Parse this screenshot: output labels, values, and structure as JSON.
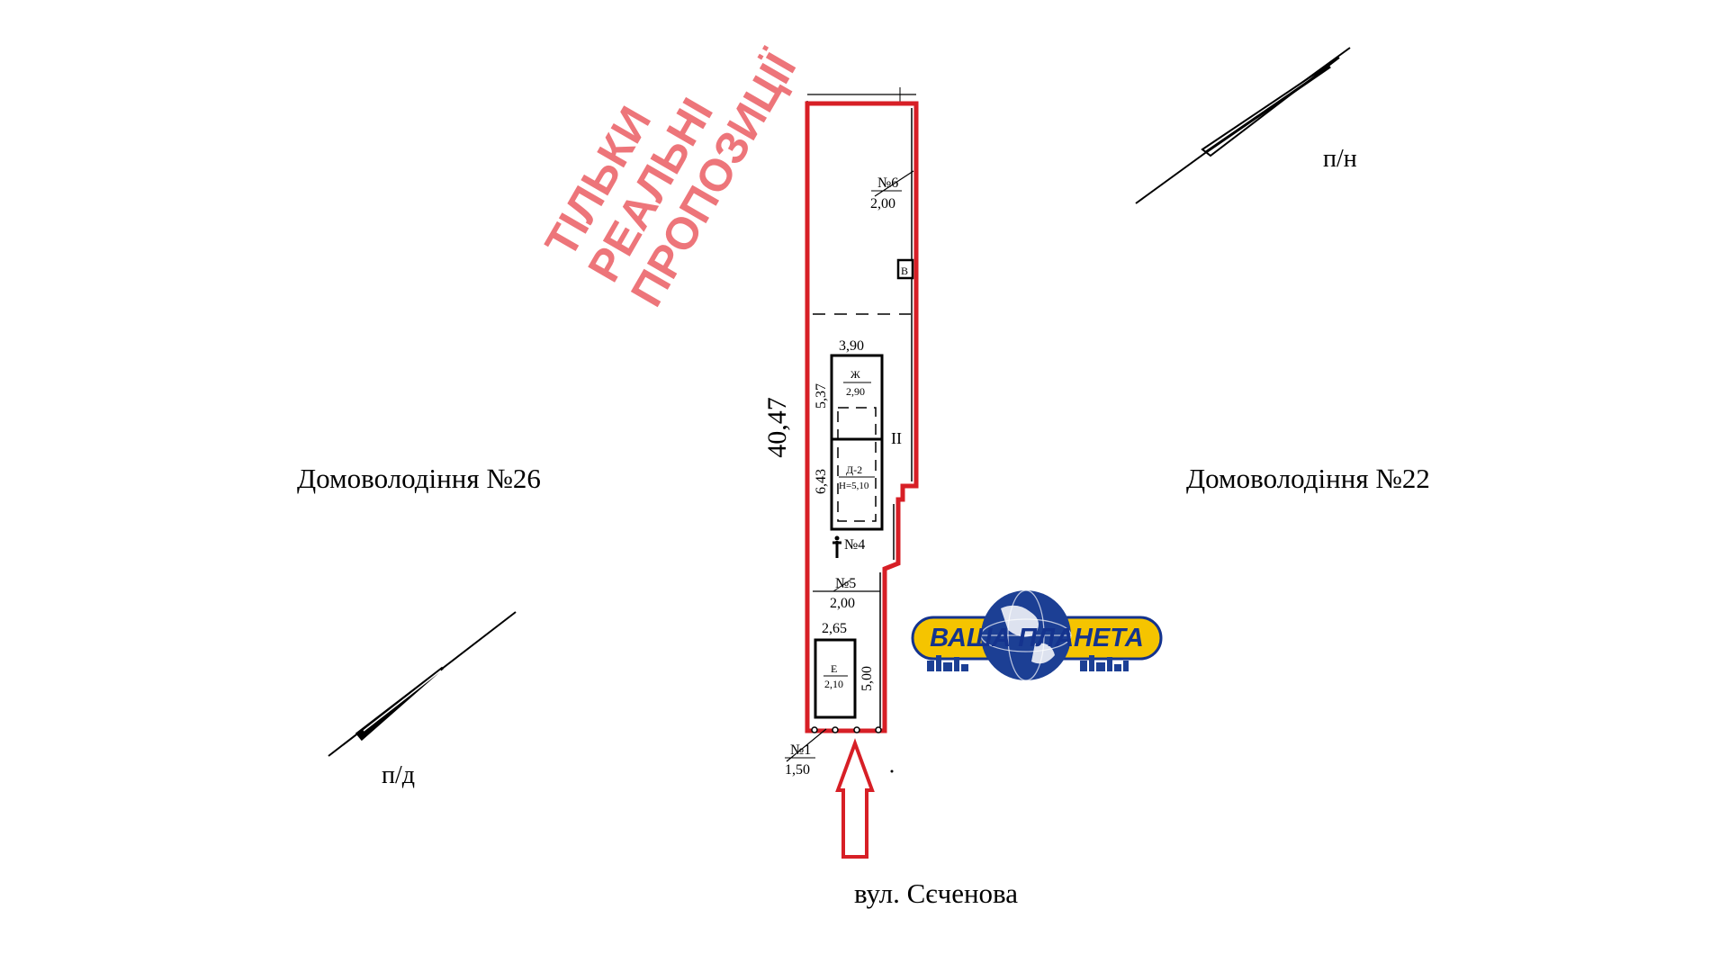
{
  "neighbors": {
    "left": "Домоволодіння №26",
    "right": "Домоволодіння №22"
  },
  "street": "вул. Сєченова",
  "orientation": {
    "north_label": "п/н",
    "south_label": "п/д"
  },
  "plot": {
    "length": "40,47",
    "outline_color": "#d71f26"
  },
  "points": {
    "p1": {
      "label": "№1",
      "value": "1,50"
    },
    "p4": {
      "label": "№4"
    },
    "p5": {
      "label": "№5",
      "value": "2,00"
    },
    "p6": {
      "label": "№6",
      "value": "2,00"
    }
  },
  "buildings": {
    "zh": {
      "label": "Ж",
      "height": "2,90",
      "width": "3,90",
      "depth": "5,37"
    },
    "d2": {
      "label": "Д-2",
      "height": "Н=5,10",
      "depth": "6,43"
    },
    "e": {
      "label": "Е",
      "height": "2,10",
      "width": "2,65",
      "depth": "5,00"
    }
  },
  "markers": {
    "roman": "II",
    "b": "В"
  },
  "watermark": {
    "line1": "ТІЛЬКИ",
    "line2": "РЕАЛЬНІ",
    "line3": "ПРОПОЗИЦІЇ"
  },
  "logo": {
    "text": "ВАША ПЛАНЕТА",
    "colors": {
      "globe": "#1c3f94",
      "band": "#f5c400",
      "text": "#14338e"
    }
  }
}
